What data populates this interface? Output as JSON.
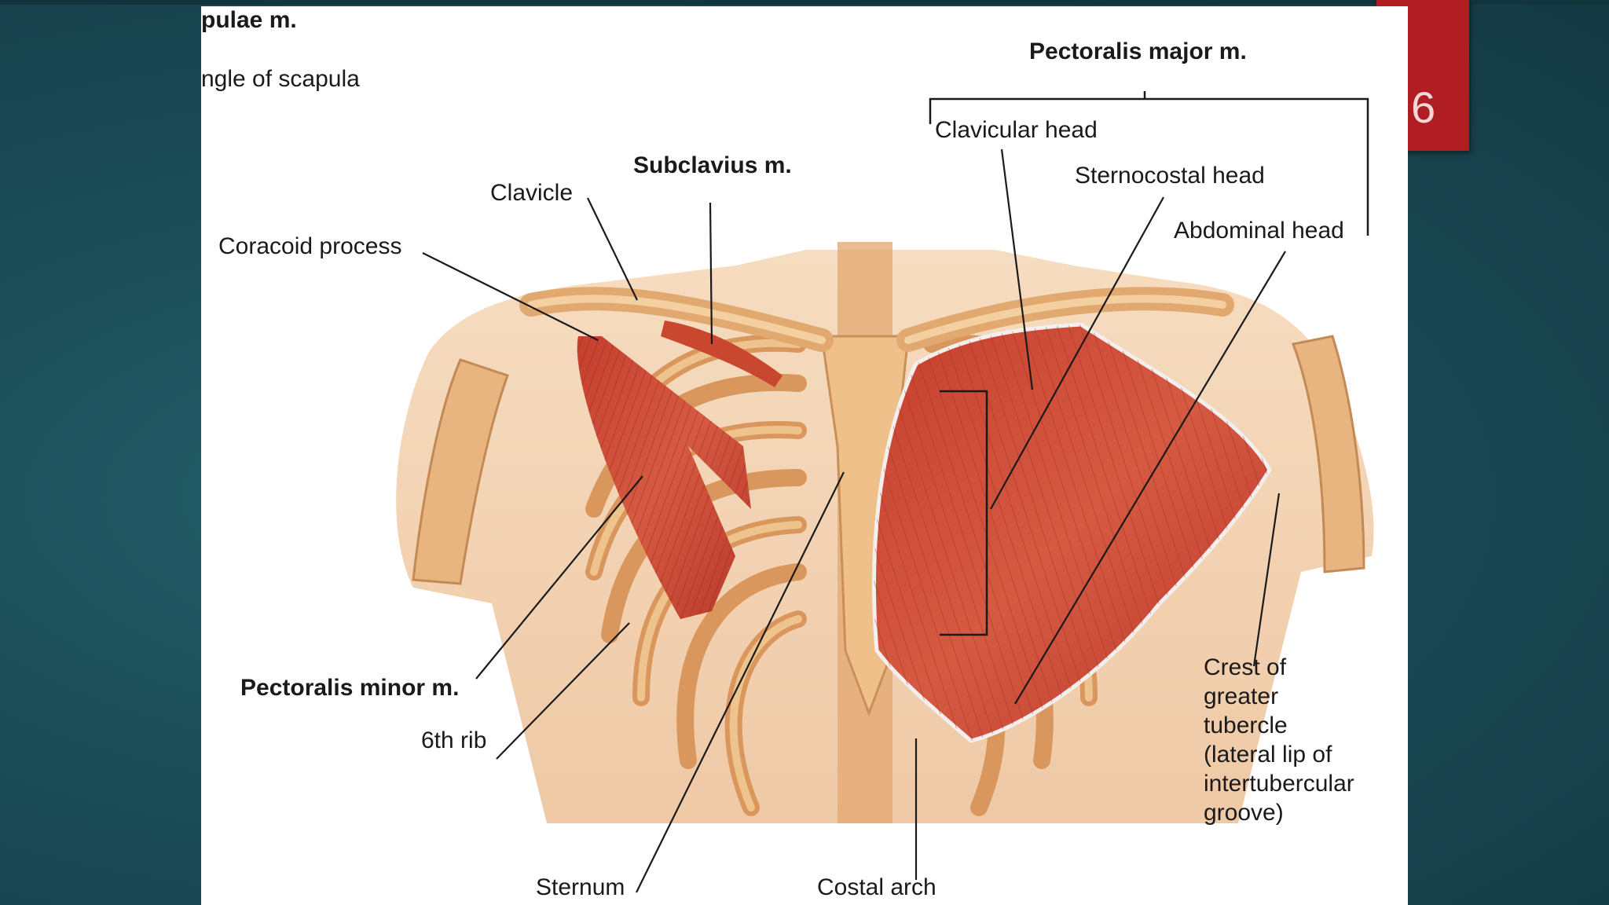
{
  "slide": {
    "number": "6"
  },
  "colors": {
    "background": "#1b4c57",
    "accent": "#b01e23",
    "muscle": "#cd4a36",
    "bone": "#e9b785",
    "skin": "#f3d0ae"
  },
  "labels": {
    "serratus_cut": "pulae m.",
    "angle_scapula": "ngle of scapula",
    "pectoralis_major": "Pectoralis major m.",
    "clavicular_head": "Clavicular head",
    "subclavius": "Subclavius m.",
    "clavicle": "Clavicle",
    "sternocostal_head": "Sternocostal head",
    "abdominal_head": "Abdominal head",
    "coracoid_process": "Coracoid process",
    "pectoralis_minor": "Pectoralis minor m.",
    "sixth_rib": "6th rib",
    "crest": "Crest of\ngreater\ntubercle\n(lateral lip of\nintertubercular\ngroove)",
    "sternum": "Sternum",
    "costal_arch": "Costal arch"
  }
}
